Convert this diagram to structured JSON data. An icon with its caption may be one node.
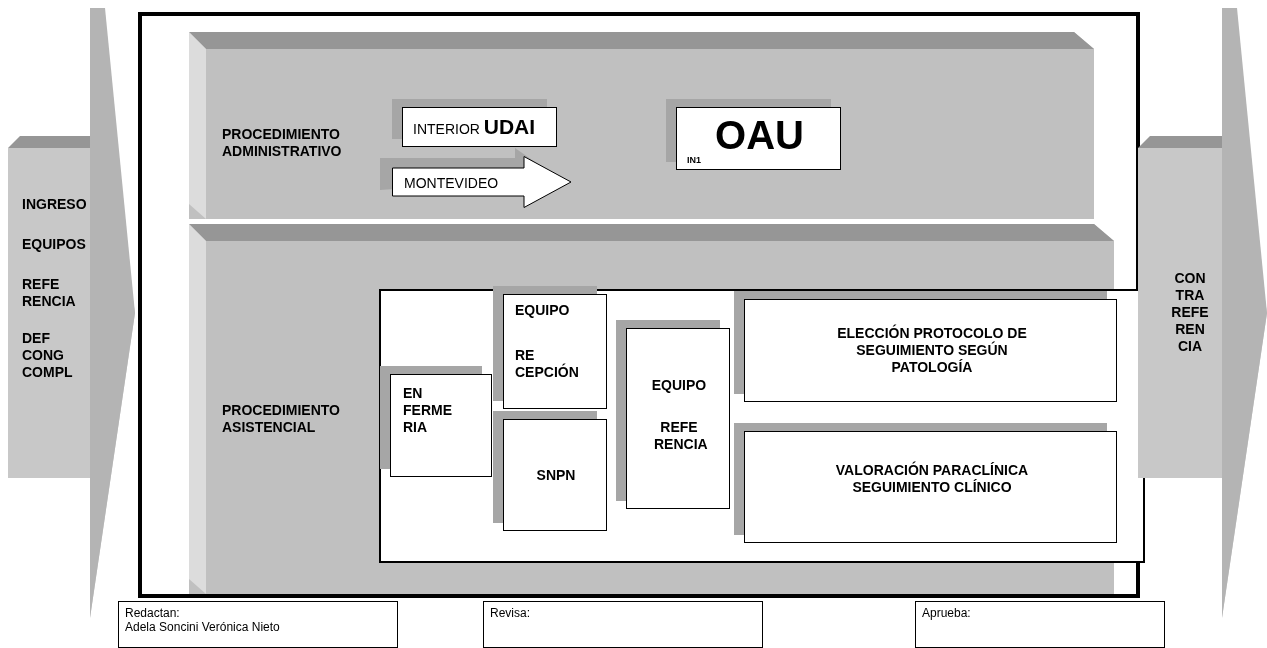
{
  "diagram": {
    "nodes": [
      {
        "text": [],
        "shape": "box"
      },
      {
        "text": [
          "PROCEDIMIENTO ADMINISTRATIVO"
        ],
        "in": 0
      },
      {
        "text": [
          "INTERIOR **UDAI**"
        ],
        "in": 1
      },
      {
        "text": [
          "MONTEVIDEO"
        ],
        "in": 1
      },
      {
        "text": [
          "OAU",
          "IN1"
        ],
        "in": 1
      },
      {
        "text": [
          "PROCEDIMIENTO ASISTENCIAL"
        ],
        "in": 0
      },
      {
        "text": [],
        "shape": "box",
        "in": 5
      },
      {
        "text": [
          "EN FERME RIA"
        ],
        "in": 6
      },
      {
        "text": [
          "EQUIPO",
          "RE CEPCIÓN"
        ],
        "in": 6
      },
      {
        "text": [
          "SNPN"
        ],
        "in": 6
      },
      {
        "text": [
          "EQUIPO",
          "REFE RENCIA"
        ],
        "in": 6
      },
      {
        "text": [
          "ELECCIÓN PROTOCOLO DE SEGUIMIENTO SEGÚN PATOLOGÍA"
        ],
        "in": 6
      },
      {
        "text": [
          "VALORACIÓN PARACLÍNICA SEGUIMIENTO CLÍNICO"
        ],
        "in": 6
      },
      {
        "text": [
          "INGRESO",
          "EQUIPOS",
          "REFE RENCIA",
          "DEF CONG COMPL"
        ]
      },
      {
        "text": [
          "CON TRA REFE REN CIA"
        ]
      },
      {
        "text": [
          "Redactan:",
          "Adela Soncini Verónica Nieto"
        ]
      },
      {
        "text": [
          "Revisa:"
        ]
      },
      {
        "text": [
          "Aprueba:"
        ]
      }
    ]
  }
}
